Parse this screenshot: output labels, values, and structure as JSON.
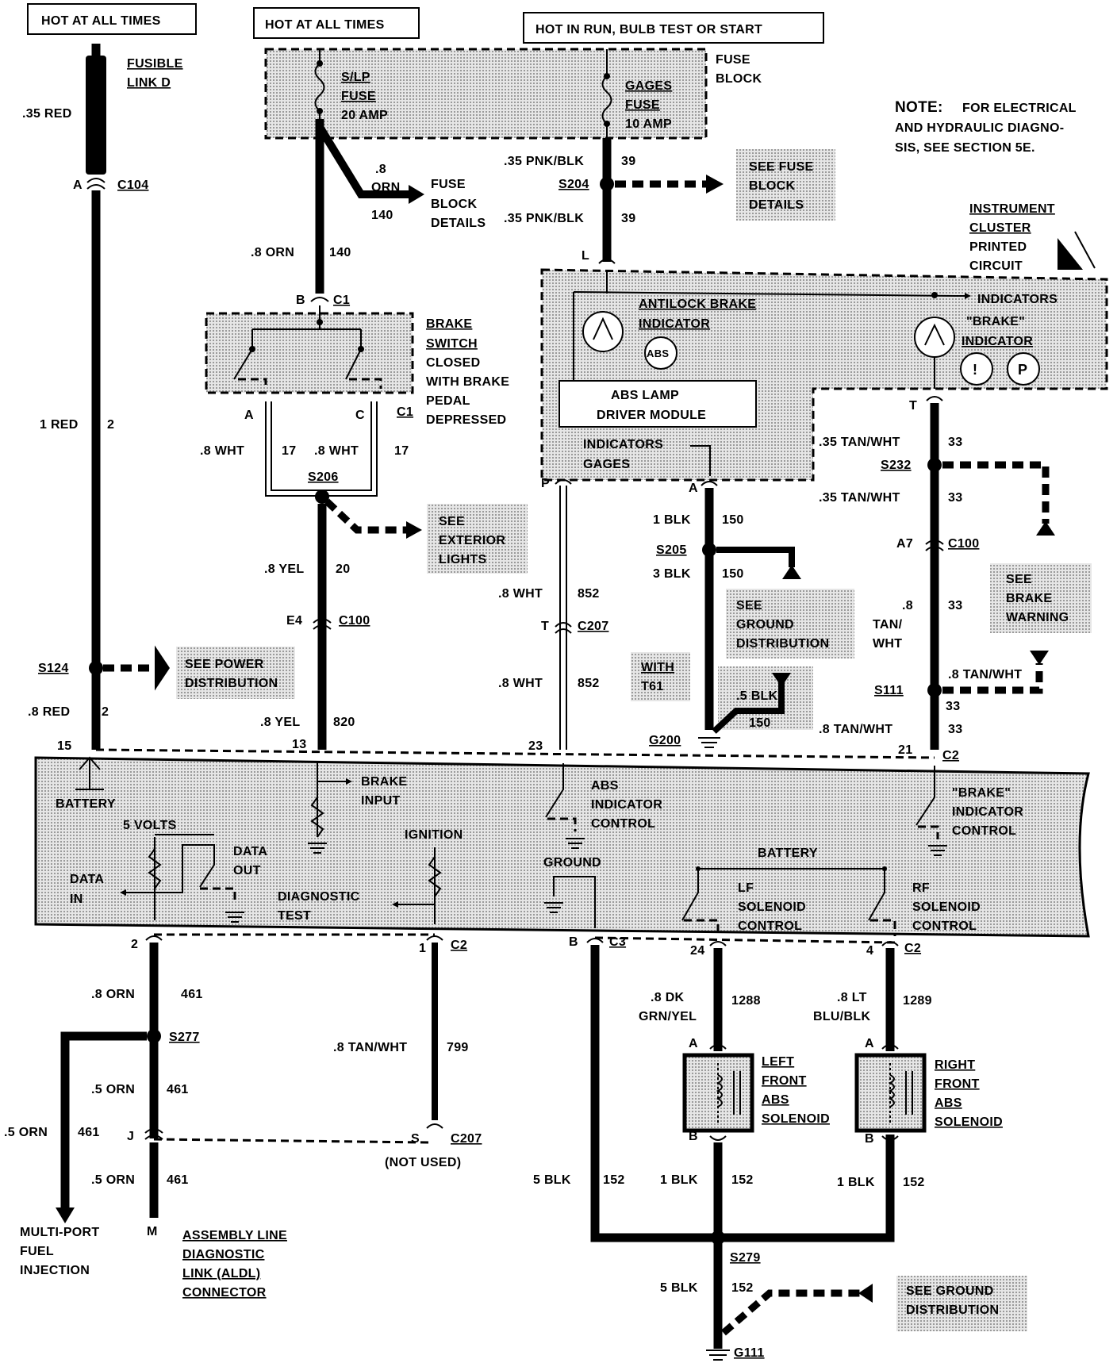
{
  "headers": {
    "hot_all_1": "HOT AT ALL TIMES",
    "hot_all_2": "HOT AT ALL TIMES",
    "hot_run": "HOT IN RUN, BULB TEST OR START"
  },
  "note": {
    "bold": "NOTE:",
    "line1": "FOR ELECTRICAL",
    "line2": "AND HYDRAULIC DIAGNO-",
    "line3": "SIS, SEE SECTION 5E."
  },
  "fuse_block": {
    "label1": "FUSE",
    "label2": "BLOCK",
    "slp_1": "S/LP",
    "slp_2": "FUSE",
    "slp_3": "20 AMP",
    "gages_1": "GAGES",
    "gages_2": "FUSE",
    "gages_3": "10 AMP",
    "details_1": "FUSE",
    "details_2": "BLOCK",
    "details_3": "DETAILS",
    "orn_size": ".8",
    "orn_color": "ORN",
    "orn_circuit": "140"
  },
  "fusible_link": {
    "line1": "FUSIBLE",
    "line2": "LINK D"
  },
  "left_wire": {
    "red35": ".35 RED",
    "conn_pin": "A",
    "conn": "C104",
    "red1": "1 RED",
    "red1_ckt": "2",
    "splice": "S124",
    "see_power_1": "SEE POWER",
    "see_power_2": "DISTRIBUTION",
    "red8": ".8 RED",
    "red8_ckt": "2",
    "pin15": "15"
  },
  "brake_wire": {
    "orn": ".8 ORN",
    "orn_ckt": "140",
    "pin_b": "B",
    "conn_c1": "C1",
    "sw_1": "BRAKE",
    "sw_2": "SWITCH",
    "sw_3": "CLOSED",
    "sw_4": "WITH BRAKE",
    "sw_5": "PEDAL",
    "sw_6": "DEPRESSED",
    "pin_a": "A",
    "pin_c": "C",
    "conn_c1b": "C1",
    "wht_a": ".8 WHT",
    "wht_a_ckt": "17",
    "wht_b": ".8 WHT",
    "wht_b_ckt": "17",
    "splice": "S206",
    "ext_1": "SEE",
    "ext_2": "EXTERIOR",
    "ext_3": "LIGHTS",
    "yel": ".8 YEL",
    "yel_ckt": "20",
    "pin_e4": "E4",
    "conn_c100": "C100",
    "yel2": ".8 YEL",
    "yel2_ckt": "820",
    "pin13": "13"
  },
  "gages_wire": {
    "pnk1": ".35 PNK/BLK",
    "pnk1_ckt": "39",
    "splice": "S204",
    "see_1": "SEE FUSE",
    "see_2": "BLOCK",
    "see_3": "DETAILS",
    "pnk2": ".35 PNK/BLK",
    "pnk2_ckt": "39",
    "pin_l": "L"
  },
  "cluster": {
    "title_1": "INSTRUMENT",
    "title_2": "CLUSTER",
    "title_3": "PRINTED",
    "title_4": "CIRCUIT",
    "abs_ind_1": "ANTILOCK BRAKE",
    "abs_ind_2": "INDICATOR",
    "abs_badge": "ABS",
    "driver_1": "ABS LAMP",
    "driver_2": "DRIVER MODULE",
    "ind_gages_1": "INDICATORS",
    "ind_gages_2": "GAGES",
    "indicators": "INDICATORS",
    "brake_ind_1": "\"BRAKE\"",
    "brake_ind_2": "INDICATOR",
    "badge_i": "!",
    "badge_p": "P",
    "pin_p": "P",
    "pin_a": "A",
    "pin_t": "T"
  },
  "abs_wire": {
    "wht1": ".8 WHT",
    "wht1_ckt": "852",
    "pin_t": "T",
    "conn": "C207",
    "wht2": ".8 WHT",
    "wht2_ckt": "852",
    "with_1": "WITH",
    "with_2": "T61",
    "pin23": "23"
  },
  "ground_wire": {
    "blk1": "1 BLK",
    "blk1_ckt": "150",
    "splice": "S205",
    "blk3": "3 BLK",
    "blk3_ckt": "150",
    "see_1": "SEE",
    "see_2": "GROUND",
    "see_3": "DISTRIBUTION",
    "blk5": ".5 BLK",
    "blk5_ckt": "150",
    "ground": "G200"
  },
  "brake_warn_wire": {
    "tan1": ".35 TAN/WHT",
    "tan1_ckt": "33",
    "splice1": "S232",
    "tan2": ".35 TAN/WHT",
    "tan2_ckt": "33",
    "pin_a7": "A7",
    "conn_c100": "C100",
    "tan3_a": ".8",
    "tan3_b": "TAN/",
    "tan3_c": "WHT",
    "tan3_ckt": "33",
    "see_1": "SEE",
    "see_2": "BRAKE",
    "see_3": "WARNING",
    "splice2": "S111",
    "tan4": ".8 TAN/WHT",
    "tan4_ckt": "33",
    "tan5": ".8 TAN/WHT",
    "tan5_ckt": "33",
    "pin21": "21",
    "conn_c2": "C2"
  },
  "module": {
    "battery": "BATTERY",
    "volts": "5 VOLTS",
    "data_in_1": "DATA",
    "data_in_2": "IN",
    "data_out_1": "DATA",
    "data_out_2": "OUT",
    "brake_in_1": "BRAKE",
    "brake_in_2": "INPUT",
    "diag_1": "DIAGNOSTIC",
    "diag_2": "TEST",
    "ignition": "IGNITION",
    "abs_ctl_1": "ABS",
    "abs_ctl_2": "INDICATOR",
    "abs_ctl_3": "CONTROL",
    "ground": "GROUND",
    "battery2": "BATTERY",
    "lf_1": "LF",
    "lf_2": "SOLENOID",
    "lf_3": "CONTROL",
    "rf_1": "RF",
    "rf_2": "SOLENOID",
    "rf_3": "CONTROL",
    "bk_ctl_1": "\"BRAKE\"",
    "bk_ctl_2": "INDICATOR",
    "bk_ctl_3": "CONTROL"
  },
  "bottom": {
    "pin2": "2",
    "pin1": "1",
    "conn_c2": "C2",
    "pin_b": "B",
    "conn_c3": "C3",
    "pin24": "24",
    "pin4": "4",
    "conn_c2b": "C2",
    "orn1": ".8 ORN",
    "orn1_ckt": "461",
    "splice_s277": "S277",
    "orn2": ".5 ORN",
    "orn2_ckt": "461",
    "orn3": ".5 ORN",
    "orn3_ckt": "461",
    "pin_j": "J",
    "orn4": ".5 ORN",
    "orn4_ckt": "461",
    "pin_m": "M",
    "mpfi_1": "MULTI-PORT",
    "mpfi_2": "FUEL",
    "mpfi_3": "INJECTION",
    "aldl_1": "ASSEMBLY LINE",
    "aldl_2": "DIAGNOSTIC",
    "aldl_3": "LINK (ALDL)",
    "aldl_4": "CONNECTOR",
    "tan": ".8 TAN/WHT",
    "tan_ckt": "799",
    "pin_s": "S",
    "conn_c207": "C207",
    "not_used": "(NOT USED)",
    "dk_1": ".8 DK",
    "dk_2": "GRN/YEL",
    "dk_ckt": "1288",
    "lt_1": ".8 LT",
    "lt_2": "BLU/BLK",
    "lt_ckt": "1289",
    "sol_pin_a1": "A",
    "sol_pin_a2": "A",
    "sol_pin_b1": "B",
    "sol_pin_b2": "B",
    "lf_sol_1": "LEFT",
    "lf_sol_2": "FRONT",
    "lf_sol_3": "ABS",
    "lf_sol_4": "SOLENOID",
    "rf_sol_1": "RIGHT",
    "rf_sol_2": "FRONT",
    "rf_sol_3": "ABS",
    "rf_sol_4": "SOLENOID",
    "blk5": "5 BLK",
    "blk5_ckt": "152",
    "blk1a": "1 BLK",
    "blk1a_ckt": "152",
    "blk1b": "1 BLK",
    "blk1b_ckt": "152",
    "splice_s279": "S279",
    "blk5b": "5 BLK",
    "blk5b_ckt": "152",
    "see_gnd_1": "SEE  GROUND",
    "see_gnd_2": "DISTRIBUTION",
    "ground": "G111"
  }
}
